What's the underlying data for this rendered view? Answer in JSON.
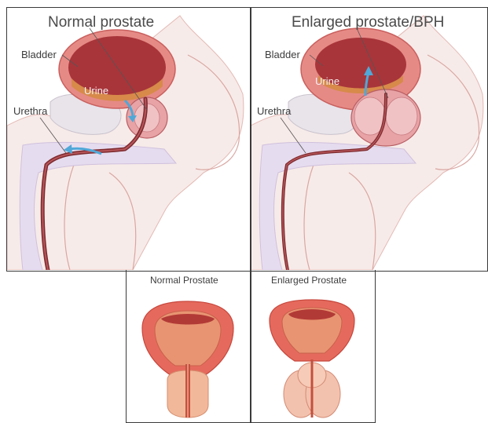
{
  "top_left": {
    "title": "Normal prostate",
    "labels": {
      "bladder": "Bladder",
      "urine": "Urine",
      "urethra": "Urethra"
    }
  },
  "top_right": {
    "title": "Enlarged prostate/BPH",
    "labels": {
      "bladder": "Bladder",
      "urine": "Urine",
      "urethra": "Urethra"
    }
  },
  "bottom_left": {
    "title": "Normal Prostate"
  },
  "bottom_right": {
    "title": "Enlarged Prostate"
  },
  "colors": {
    "skin": "#f6e8e6",
    "bladder_wall": "#e68a86",
    "bladder_inner": "#a8353a",
    "urine": "#d78a4a",
    "prostate": "#e7a3a6",
    "urethra": "#7d2b2e",
    "bone": "#e9e0ef",
    "arrow": "#4fa8d8"
  }
}
